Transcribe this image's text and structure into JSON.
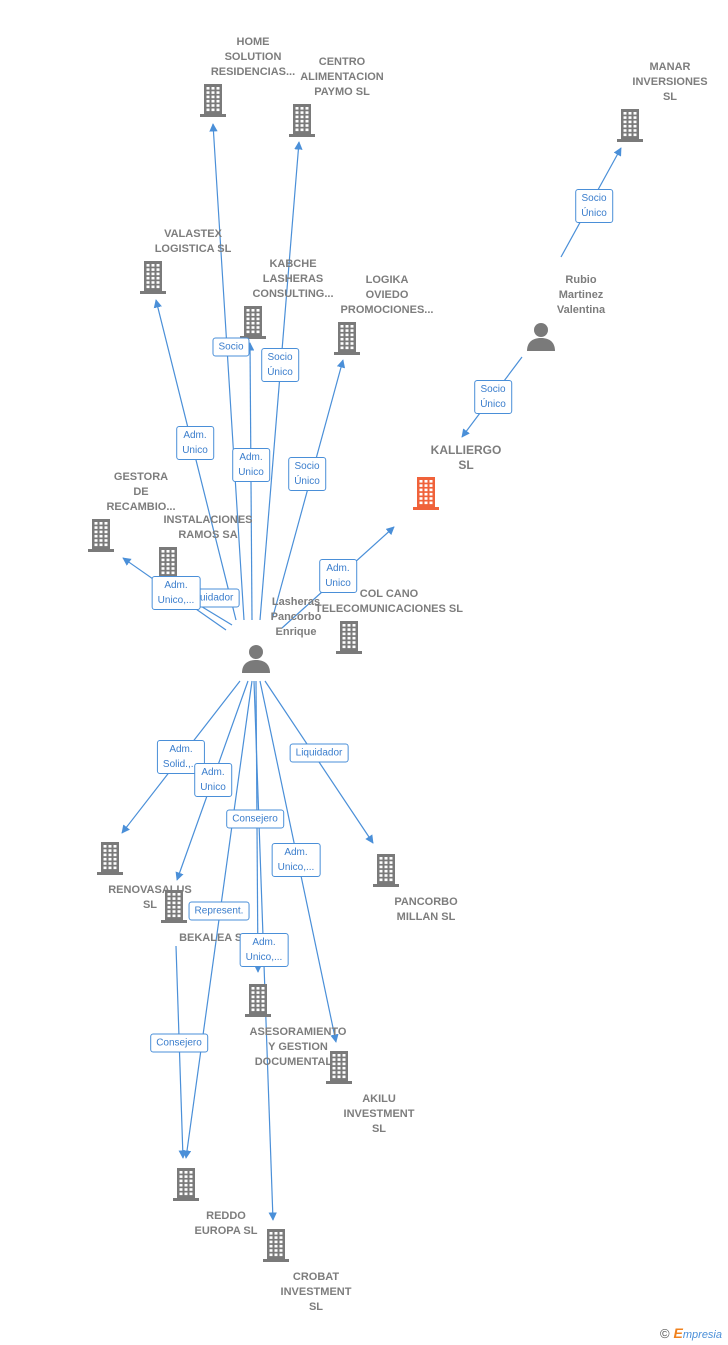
{
  "nodes": [
    {
      "id": "home",
      "type": "company",
      "label": "HOME\nSOLUTION\nRESIDENCIAS..."
    },
    {
      "id": "centro",
      "type": "company",
      "label": "CENTRO\nALIMENTACION\nPAYMO SL"
    },
    {
      "id": "manar",
      "type": "company",
      "label": "MANAR\nINVERSIONES\nSL"
    },
    {
      "id": "valastex",
      "type": "company",
      "label": "VALASTEX\nLOGISTICA  SL"
    },
    {
      "id": "kabche",
      "type": "company",
      "label": "KABCHE\nLASHERAS\nCONSULTING..."
    },
    {
      "id": "logika",
      "type": "company",
      "label": "LOGIKA\nOVIEDO\nPROMOCIONES..."
    },
    {
      "id": "rubio",
      "type": "person",
      "label": "Rubio\nMartinez\nValentina"
    },
    {
      "id": "kalliergo",
      "type": "company",
      "focus": true,
      "label": "KALLIERGO\nSL"
    },
    {
      "id": "gestora",
      "type": "company",
      "label": "GESTORA\nDE\nRECAMBIO..."
    },
    {
      "id": "instalaciones",
      "type": "company",
      "label": "INSTALACIONES\nRAMOS SA"
    },
    {
      "id": "coltelecom",
      "type": "company",
      "label": "COL CANO\nTELECOMUNICACIONES SL"
    },
    {
      "id": "lasheras",
      "type": "person",
      "label": "Lasheras\nPancorbo\nEnrique"
    },
    {
      "id": "renovasalus",
      "type": "company",
      "label": "RENOVASALUS\nSL"
    },
    {
      "id": "pancorbo",
      "type": "company",
      "label": "PANCORBO\nMILLAN  SL"
    },
    {
      "id": "bekalea",
      "type": "company",
      "label": "BEKALEA  SL"
    },
    {
      "id": "asesoramiento",
      "type": "company",
      "label": "ASESORAMIENTO\nY GESTION\nDOCUMENTAL..."
    },
    {
      "id": "akilu",
      "type": "company",
      "label": "AKILU\nINVESTMENT\nSL"
    },
    {
      "id": "reddo",
      "type": "company",
      "label": "REDDO\nEUROPA  SL"
    },
    {
      "id": "crobat",
      "type": "company",
      "label": "CROBAT\nINVESTMENT\nSL"
    }
  ],
  "edges": [
    {
      "from": "lasheras",
      "to": "home",
      "label": "Socio"
    },
    {
      "from": "lasheras",
      "to": "centro",
      "label": "Socio\nÚnico"
    },
    {
      "from": "lasheras",
      "to": "valastex",
      "label": "Adm.\nUnico"
    },
    {
      "from": "lasheras",
      "to": "kabche",
      "label": "Adm.\nUnico"
    },
    {
      "from": "lasheras",
      "to": "logika",
      "label": "Socio\nÚnico"
    },
    {
      "from": "rubio",
      "to": "manar",
      "label": "Socio\nÚnico"
    },
    {
      "from": "rubio",
      "to": "kalliergo",
      "label": "Socio\nÚnico"
    },
    {
      "from": "lasheras",
      "to": "kalliergo",
      "label": "Adm.\nUnico"
    },
    {
      "from": "lasheras",
      "to": "gestora",
      "label": "Liquidador"
    },
    {
      "from": "lasheras",
      "to": "instalaciones",
      "label": "Adm.\nUnico,..."
    },
    {
      "from": "lasheras",
      "to": "renovasalus",
      "label": "Adm.\nSolid.,..."
    },
    {
      "from": "lasheras",
      "to": "bekalea",
      "label": "Adm.\nUnico"
    },
    {
      "from": "lasheras",
      "to": "pancorbo",
      "label": "Liquidador"
    },
    {
      "from": "lasheras",
      "to": "reddo",
      "label": "Consejero"
    },
    {
      "from": "lasheras",
      "to": "akilu",
      "label": "Adm.\nUnico,..."
    },
    {
      "from": "lasheras",
      "to": "asesoramiento",
      "label": "Adm.\nUnico,..."
    },
    {
      "from": "lasheras",
      "to": "crobat",
      "label": "Represent."
    },
    {
      "from": "bekalea",
      "to": "reddo",
      "label": "Consejero"
    }
  ],
  "colors": {
    "edge": "#4a8fd8",
    "company": "#7a7a7a",
    "focus_company": "#f0623a",
    "person": "#7a7a7a"
  },
  "brand": {
    "copyright": "©",
    "name_first": "E",
    "name_rest": "mpresia"
  }
}
